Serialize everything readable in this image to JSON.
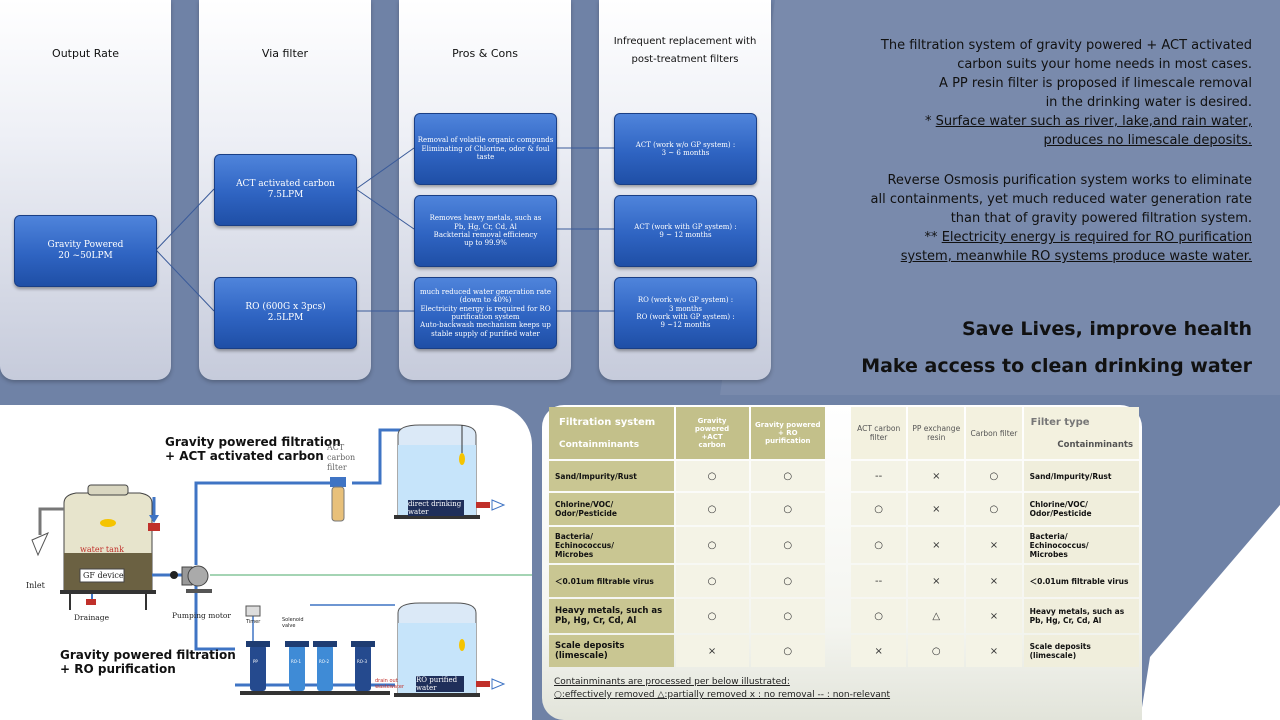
{
  "columns": [
    {
      "heading": "Output Rate"
    },
    {
      "heading": "Via filter"
    },
    {
      "heading": "Pros & Cons"
    },
    {
      "heading_line1": "Infrequent replacement  with",
      "heading_line2": "post-treatment filters"
    }
  ],
  "boxes": {
    "gravity": [
      "Gravity Powered",
      "20 ~50LPM"
    ],
    "act": [
      "ACT activated carbon",
      "7.5LPM"
    ],
    "ro": [
      "RO (600G x 3pcs)",
      "2.5LPM"
    ],
    "pro1": [
      "Removal of volatile organic compunds",
      "Eliminating of Chlorine, odor & foul taste"
    ],
    "pro2": [
      "Removes heavy metals, such as",
      "Pb, Hg, Cr, Cd, Al",
      "Backterial removal efficiency",
      "up to 99.9%"
    ],
    "pro3": [
      "much reduced water generation rate",
      "(down to 40%)",
      "Electricity energy is required for RO",
      "purification system",
      "Auto-backwash mechanism keeps up",
      "stable supply of purified water"
    ],
    "rep1": [
      "ACT (work w/o GP system) :",
      "3 ~ 6 months"
    ],
    "rep2": [
      "ACT (work with GP system) :",
      "9 ~ 12 months"
    ],
    "rep3": [
      "RO (work w/o GP system) :",
      "3 months",
      "RO (work with GP system) :",
      "9 ~12 months"
    ]
  },
  "right_text": {
    "p1": [
      "The filtration system  of gravity powered + ACT activated",
      "carbon suits your home needs in most cases.",
      "A PP resin filter is proposed if limescale removal",
      "in the drinking water is desired."
    ],
    "p1_note_prefix": "* ",
    "p1_note": [
      "Surface water such as river, lake,and rain water,",
      "produces no limescale deposits."
    ],
    "p2": [
      "Reverse Osmosis purification system works to eliminate",
      "all containments, yet much reduced water generation rate",
      "than that of gravity powered filtration system."
    ],
    "p2_note_prefix": "** ",
    "p2_note": [
      "Electricity energy is required for RO purification",
      "system,  meanwhile RO systems  produce waste water."
    ],
    "slogan1": "Save Lives, improve health",
    "slogan2": "Make access to clean drinking water"
  },
  "diagram": {
    "title1": [
      "Gravity powered filtration",
      "+ ACT activated carbon"
    ],
    "title2": [
      "Gravity powered filtration",
      "+ RO purification"
    ],
    "labels": {
      "inlet": "Inlet",
      "water_tank": "water tank",
      "gf_device": "GF device",
      "drainage": "Drainage",
      "pumping_motor": "Pumping motor",
      "act_filter": [
        "ACT",
        "carbon",
        "filter"
      ],
      "direct_drinking": [
        "direct drinking",
        "water"
      ],
      "timer": "Timer",
      "solenoid": [
        "Solenoid",
        "valve"
      ],
      "drain_waste": [
        "drain out",
        "wastewater"
      ],
      "ro_purified": [
        "RO purified",
        "water"
      ],
      "ro_tags": [
        "PP",
        "RO-1",
        "RO-2",
        "RO-3"
      ]
    }
  },
  "table": {
    "left_header": {
      "title": "Filtration system",
      "sub": "Containminants",
      "col1": [
        "Gravity",
        "powered",
        "+ACT",
        "carbon"
      ],
      "col2": [
        "Gravity  powered",
        "+ RO",
        "purification"
      ]
    },
    "right_header": {
      "col1": [
        "ACT carbon",
        "filter"
      ],
      "col2": [
        "PP exchange",
        "resin"
      ],
      "col3": "Carbon filter",
      "title": "Filter type",
      "sub": "Containminants"
    },
    "rows": [
      {
        "name": [
          "Sand/Impurity/Rust"
        ],
        "left": [
          "○",
          "○"
        ],
        "right": [
          "--",
          "×",
          "○"
        ]
      },
      {
        "name": [
          "Chlorine/VOC/",
          "Odor/Pesticide"
        ],
        "left": [
          "○",
          "○"
        ],
        "right": [
          "○",
          "×",
          "○"
        ]
      },
      {
        "name": [
          "Bacteria/",
          "Echinococcus/",
          "Microbes"
        ],
        "left": [
          "○",
          "○"
        ],
        "right": [
          "○",
          "×",
          "×"
        ]
      },
      {
        "name": [
          "＜0.01um filtrable virus"
        ],
        "left": [
          "○",
          "○"
        ],
        "right": [
          "--",
          "×",
          "×"
        ]
      },
      {
        "name": [
          "Heavy metals, such as",
          "Pb, Hg, Cr, Cd, Al"
        ],
        "left": [
          "○",
          "○"
        ],
        "right": [
          "○",
          "△",
          "×"
        ]
      },
      {
        "name": [
          "Scale deposits",
          "(limescale)"
        ],
        "left": [
          "×",
          "○"
        ],
        "right": [
          "×",
          "○",
          "×"
        ]
      }
    ],
    "legend_line1": "Containminants are processed per below illustrated:",
    "legend_line2": "○:effectively removed   △:partially removed   x : no removal      -- : non-relevant"
  },
  "colors": {
    "background": "#6f82a6",
    "box_blue": "#2f64c2",
    "table_olive": "#c3c08a",
    "pipe_blue": "#3f74c4"
  }
}
